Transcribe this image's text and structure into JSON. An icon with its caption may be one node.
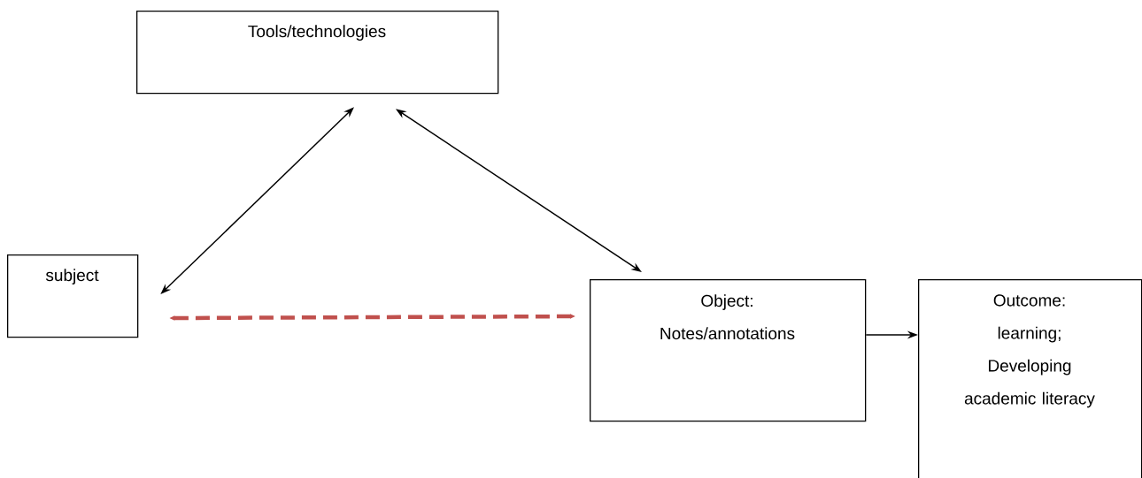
{
  "diagram": {
    "nodes": [
      {
        "text": [
          "Tools/technologies"
        ]
      },
      {
        "text": [
          "subject"
        ]
      },
      {
        "text": [
          "Object: Notes/annotations"
        ]
      },
      {
        "text": [
          "Outcome: learning; Developing academic literacy"
        ]
      }
    ],
    "edges": [
      {
        "from": 0,
        "to": 1,
        "arrow": "both"
      },
      {
        "from": 0,
        "to": 2,
        "arrow": "both"
      },
      {
        "from": 1,
        "to": 2,
        "arrow": "both",
        "style": "dashed",
        "color": "#c0504d"
      },
      {
        "from": 2,
        "to": 3,
        "arrow": "to"
      }
    ]
  }
}
